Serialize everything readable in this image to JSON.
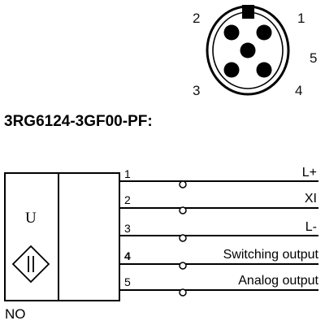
{
  "connector": {
    "pins": [
      {
        "number": "1"
      },
      {
        "number": "2"
      },
      {
        "number": "3"
      },
      {
        "number": "4"
      },
      {
        "number": "5"
      }
    ]
  },
  "part_number": "3RG6124-3GF00-PF:",
  "sensor": {
    "symbol_label": "U",
    "contact_type": "NO"
  },
  "wires": [
    {
      "number": "1",
      "label": "L+"
    },
    {
      "number": "2",
      "label": "XI"
    },
    {
      "number": "3",
      "label": "L-"
    },
    {
      "number": "4",
      "label": "Switching output"
    },
    {
      "number": "5",
      "label": "Analog output"
    }
  ]
}
